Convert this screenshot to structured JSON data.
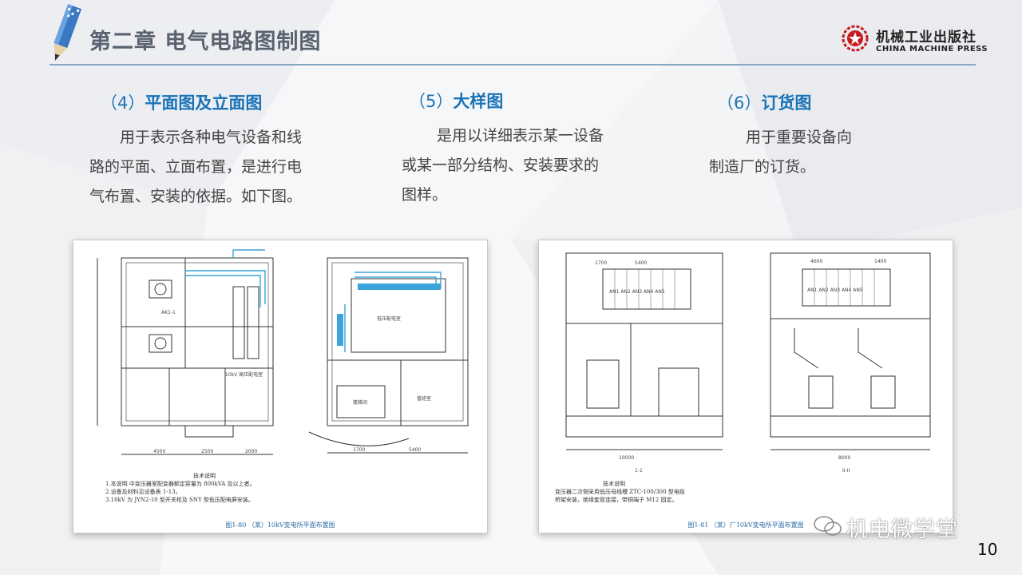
{
  "header": {
    "title": "第二章  电气电路图制图",
    "publisher_cn": "机械工业出版社",
    "publisher_en": "CHINA MACHINE PRESS"
  },
  "sections": [
    {
      "label": "（4）",
      "title": "平面图及立面图",
      "lines": [
        "用于表示各种电气设备和线",
        "路的平面、立面布置，是进行电",
        "气布置、安装的依据。如下图。"
      ]
    },
    {
      "label": "（5）",
      "title": "大样图",
      "lines": [
        "是用以详细表示某一设备",
        "或某一部分结构、安装要求的",
        "图样。"
      ]
    },
    {
      "label": "（6）",
      "title": "订货图",
      "lines": [
        "用于重要设备向",
        "制造厂的订货。"
      ]
    }
  ],
  "figures": {
    "left_caption": "图1-80 （某）10kV变电所平面布置图",
    "left_notes": [
      "技术说明",
      "1.本说明 中变压器室配变器额定容量为 800kVA 及以上者。",
      "2.设备及材料见设备表 1-13。",
      "3.10kV 为 JYN2-10 型开关柜及 SNY 型低压配电屏安装。"
    ],
    "right_caption": "图1-81 （某）厂10kV变电所平面布置图",
    "right_notes": [
      "技术说明",
      "变压器二次侧采用低压母线槽 ZTC-100/300 型电缆",
      "桥架安装，绝缘套管连接，带铜端子 M12 固定。"
    ]
  },
  "watermark": "机电微学堂",
  "page_number": "10",
  "colors": {
    "accent": "#1a73b8",
    "title": "#5a6270",
    "line": "#7fa8c8"
  }
}
